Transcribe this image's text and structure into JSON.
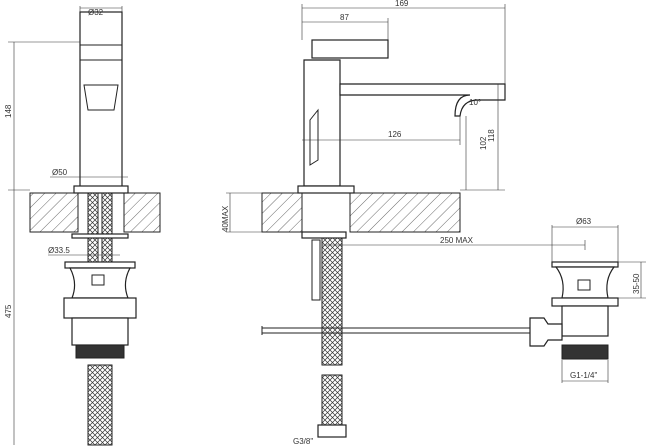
{
  "drawing": {
    "side_view": {
      "diameter_top": "Ø32",
      "height_spout": "148",
      "diameter_base": "Ø50",
      "diameter_shank": "Ø33.5",
      "total_height": "475"
    },
    "front_view": {
      "total_depth": "169",
      "handle_depth": "87",
      "spout_angle": "10°",
      "spout_reach": "126",
      "outlet_height": "102",
      "top_height": "118",
      "counter_thickness": "40MAX",
      "rod_length": "250 MAX",
      "hose_thread": "G3/8\""
    },
    "waste_view": {
      "flange_diameter": "Ø63",
      "adjust_range": "35-50",
      "thread": "G1-1/4\""
    }
  }
}
